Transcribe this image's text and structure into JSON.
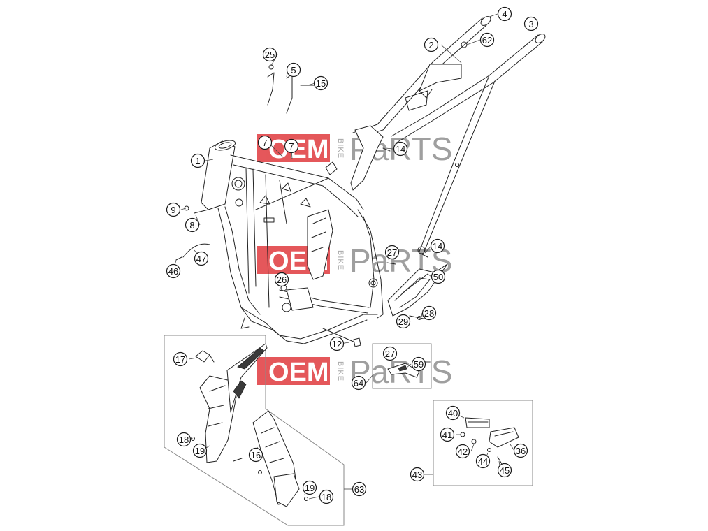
{
  "watermark": {
    "oem": "OEM",
    "bike": "BIKE",
    "parts": "PaRTS",
    "oem_color": "#e03a3e",
    "parts_color": "#8f8f8f"
  },
  "callouts": [
    "1",
    "2",
    "3",
    "4",
    "5",
    "7",
    "7",
    "8",
    "9",
    "12",
    "14",
    "14",
    "15",
    "16",
    "17",
    "18",
    "18",
    "19",
    "19",
    "25",
    "26",
    "27",
    "27",
    "28",
    "29",
    "36",
    "40",
    "41",
    "42",
    "43",
    "44",
    "45",
    "46",
    "47",
    "50",
    "59",
    "62",
    "63",
    "64"
  ]
}
